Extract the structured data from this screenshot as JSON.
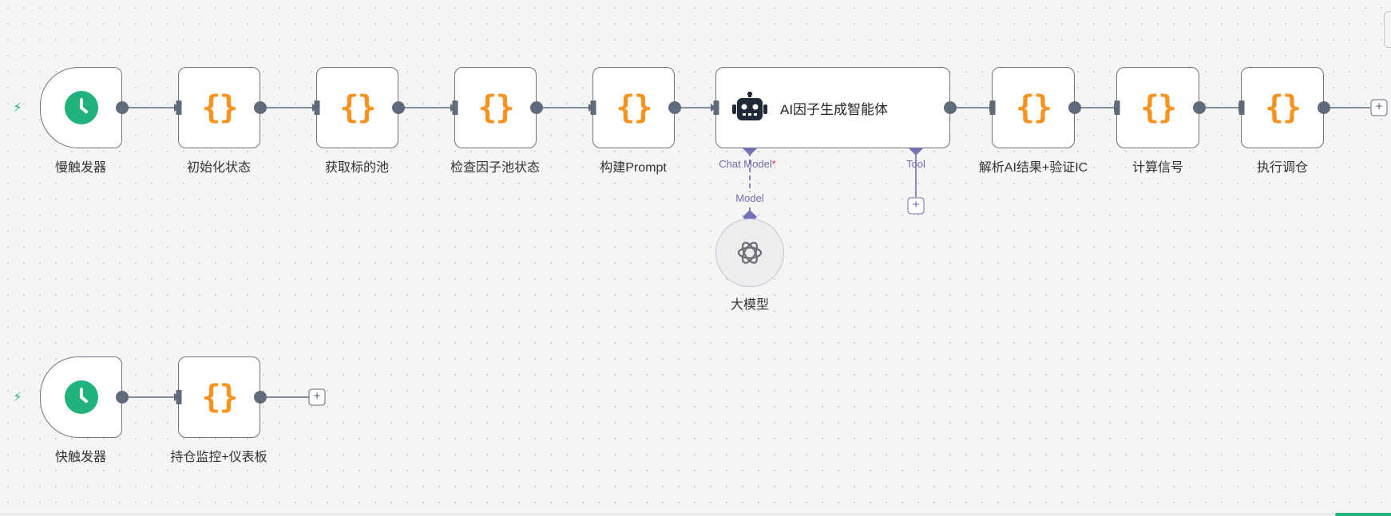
{
  "workflow": {
    "row1": {
      "trigger": {
        "label": "慢触发器"
      },
      "nodes": [
        {
          "id": "init",
          "label": "初始化状态",
          "icon": "code-braces-icon"
        },
        {
          "id": "pool",
          "label": "获取标的池",
          "icon": "code-braces-icon"
        },
        {
          "id": "check",
          "label": "检查因子池状态",
          "icon": "code-braces-icon"
        },
        {
          "id": "prompt",
          "label": "构建Prompt",
          "icon": "code-braces-icon"
        }
      ],
      "agent": {
        "title": "AI因子生成智能体",
        "icon": "robot-icon",
        "chat_model_label": "Chat Model",
        "required_mark": "*",
        "tool_label": "Tool"
      },
      "model_connector_label": "Model",
      "model_node": {
        "label": "大模型",
        "icon": "openai-logo-icon"
      },
      "after_nodes": [
        {
          "id": "parse",
          "label": "解析AI结果+验证IC",
          "icon": "code-braces-icon"
        },
        {
          "id": "signal",
          "label": "计算信号",
          "icon": "code-braces-icon"
        },
        {
          "id": "rebalance",
          "label": "执行调仓",
          "icon": "code-braces-icon"
        }
      ]
    },
    "row2": {
      "trigger": {
        "label": "快触发器"
      },
      "nodes": [
        {
          "id": "monitor",
          "label": "持仓监控+仪表板",
          "icon": "code-braces-icon"
        }
      ]
    },
    "add_symbol": "+",
    "braces_glyph": "{}",
    "bolt_glyph": "⚡"
  },
  "colors": {
    "accent_green": "#22b27c",
    "code_orange": "#f7931e",
    "sub_port_purple": "#6f6bb0",
    "wire": "#5f6b7a",
    "node_border": "#6b7480"
  }
}
